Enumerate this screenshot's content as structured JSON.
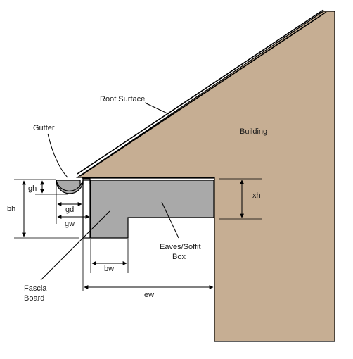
{
  "labels": {
    "roof_surface": "Roof Surface",
    "gutter": "Gutter",
    "building": "Building",
    "gh": "gh",
    "bh": "bh",
    "gd": "gd",
    "gw": "gw",
    "xh": "xh",
    "eaves_line1": "Eaves/Soffit",
    "eaves_line2": "Box",
    "bw": "bw",
    "fascia_line1": "Fascia",
    "fascia_line2": "Board",
    "ew": "ew"
  },
  "colors": {
    "building_fill": "#c6ae93",
    "soffit_fill": "#a9a9a9",
    "stroke": "#000000",
    "gutter_fill": "#aaaaaa"
  }
}
